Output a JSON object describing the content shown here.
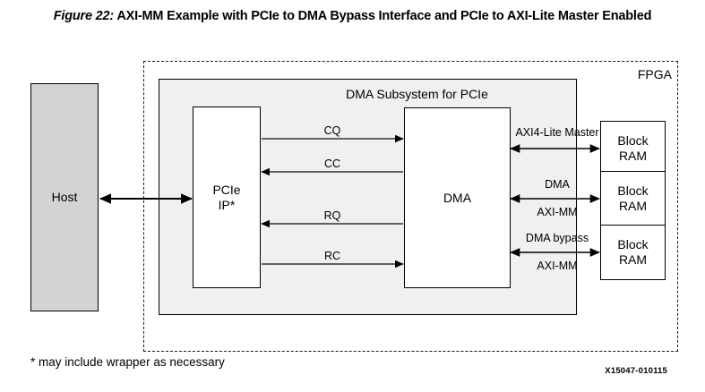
{
  "figure": {
    "label": "Figure 22:",
    "title": "AXI-MM Example with PCIe to DMA Bypass Interface and PCIe to AXI-Lite Master Enabled",
    "id": "X15047-010115",
    "footnote": "* may include wrapper as necessary"
  },
  "nodes": {
    "host": {
      "label": "Host"
    },
    "fpga": {
      "label": "FPGA"
    },
    "subsystem": {
      "label": "DMA Subsystem for PCIe"
    },
    "pcie_ip": {
      "line1": "PCIe",
      "line2": "IP*"
    },
    "dma": {
      "label": "DMA"
    },
    "block_rams": [
      {
        "line1": "Block",
        "line2": "RAM"
      },
      {
        "line1": "Block",
        "line2": "RAM"
      },
      {
        "line1": "Block",
        "line2": "RAM"
      }
    ]
  },
  "connections": {
    "host_link": {
      "label": "",
      "direction": "bidirectional"
    },
    "internal": [
      {
        "label": "CQ",
        "direction": "right",
        "from": "pcie_ip",
        "to": "dma"
      },
      {
        "label": "CC",
        "direction": "left",
        "from": "dma",
        "to": "pcie_ip"
      },
      {
        "label": "RQ",
        "direction": "left",
        "from": "dma",
        "to": "pcie_ip"
      },
      {
        "label": "RC",
        "direction": "right",
        "from": "pcie_ip",
        "to": "dma"
      }
    ],
    "external": [
      {
        "label_top": "AXI4-Lite Master",
        "label_bottom": "",
        "direction": "bidirectional",
        "from": "dma",
        "to": "block_ram_1"
      },
      {
        "label_top": "DMA",
        "label_bottom": "AXI-MM",
        "direction": "bidirectional",
        "from": "dma",
        "to": "block_ram_2"
      },
      {
        "label_top": "DMA bypass",
        "label_bottom": "AXI-MM",
        "direction": "bidirectional",
        "from": "dma",
        "to": "block_ram_3"
      }
    ]
  },
  "colors": {
    "host_fill": "#d3d3d3",
    "subsystem_fill": "#f0f0f0",
    "box_fill": "#ffffff",
    "stroke": "#000000"
  }
}
